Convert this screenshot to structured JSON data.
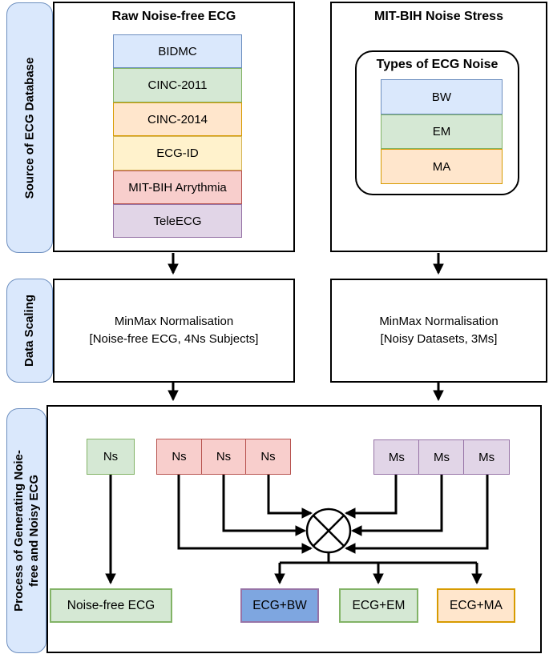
{
  "palette": {
    "blue": {
      "fill": "#dae8fc",
      "stroke": "#6c8ebf"
    },
    "green": {
      "fill": "#d5e8d4",
      "stroke": "#82b366"
    },
    "orange": {
      "fill": "#ffe6cc",
      "stroke": "#d79b00"
    },
    "yellow": {
      "fill": "#fff2cc",
      "stroke": "#d6b656"
    },
    "red": {
      "fill": "#f8cecc",
      "stroke": "#b85450"
    },
    "purple": {
      "fill": "#e1d5e7",
      "stroke": "#9673a6"
    },
    "bw_blue": {
      "fill": "#7ea6e0",
      "stroke": "#9673a6"
    },
    "line": "#000000"
  },
  "source_section": {
    "sidebar_label": "Source of ECG Database",
    "raw_panel": {
      "title": "Raw Noise-free ECG",
      "databases": [
        {
          "label": "BIDMC"
        },
        {
          "label": "CINC-2011"
        },
        {
          "label": "CINC-2014"
        },
        {
          "label": "ECG-ID"
        },
        {
          "label": "MIT-BIH Arrythmia"
        },
        {
          "label": "TeleECG"
        }
      ]
    },
    "noise_panel": {
      "title": "MIT-BIH Noise Stress",
      "group_title": "Types of ECG Noise",
      "noise_types": [
        {
          "label": "BW"
        },
        {
          "label": "EM"
        },
        {
          "label": "MA"
        }
      ]
    }
  },
  "scaling_section": {
    "sidebar_label": "Data Scaling",
    "left_box": {
      "line1": "MinMax Normalisation",
      "line2": "[Noise-free ECG, 4Ns Subjects]"
    },
    "right_box": {
      "line1": "MinMax Normalisation",
      "line2": "[Noisy Datasets, 3Ms]"
    }
  },
  "process_section": {
    "sidebar_label_line1": "Process of Generating Noie-",
    "sidebar_label_line2": "free and Noisy ECG",
    "noise_free_subject": {
      "label": "Ns"
    },
    "noisy_subjects": [
      {
        "label": "Ns"
      },
      {
        "label": "Ns"
      },
      {
        "label": "Ns"
      }
    ],
    "noise_records": [
      {
        "label": "Ms"
      },
      {
        "label": "Ms"
      },
      {
        "label": "Ms"
      }
    ],
    "outputs": [
      {
        "label": "Noise-free ECG"
      },
      {
        "label": "ECG+BW"
      },
      {
        "label": "ECG+EM"
      },
      {
        "label": "ECG+MA"
      }
    ]
  }
}
